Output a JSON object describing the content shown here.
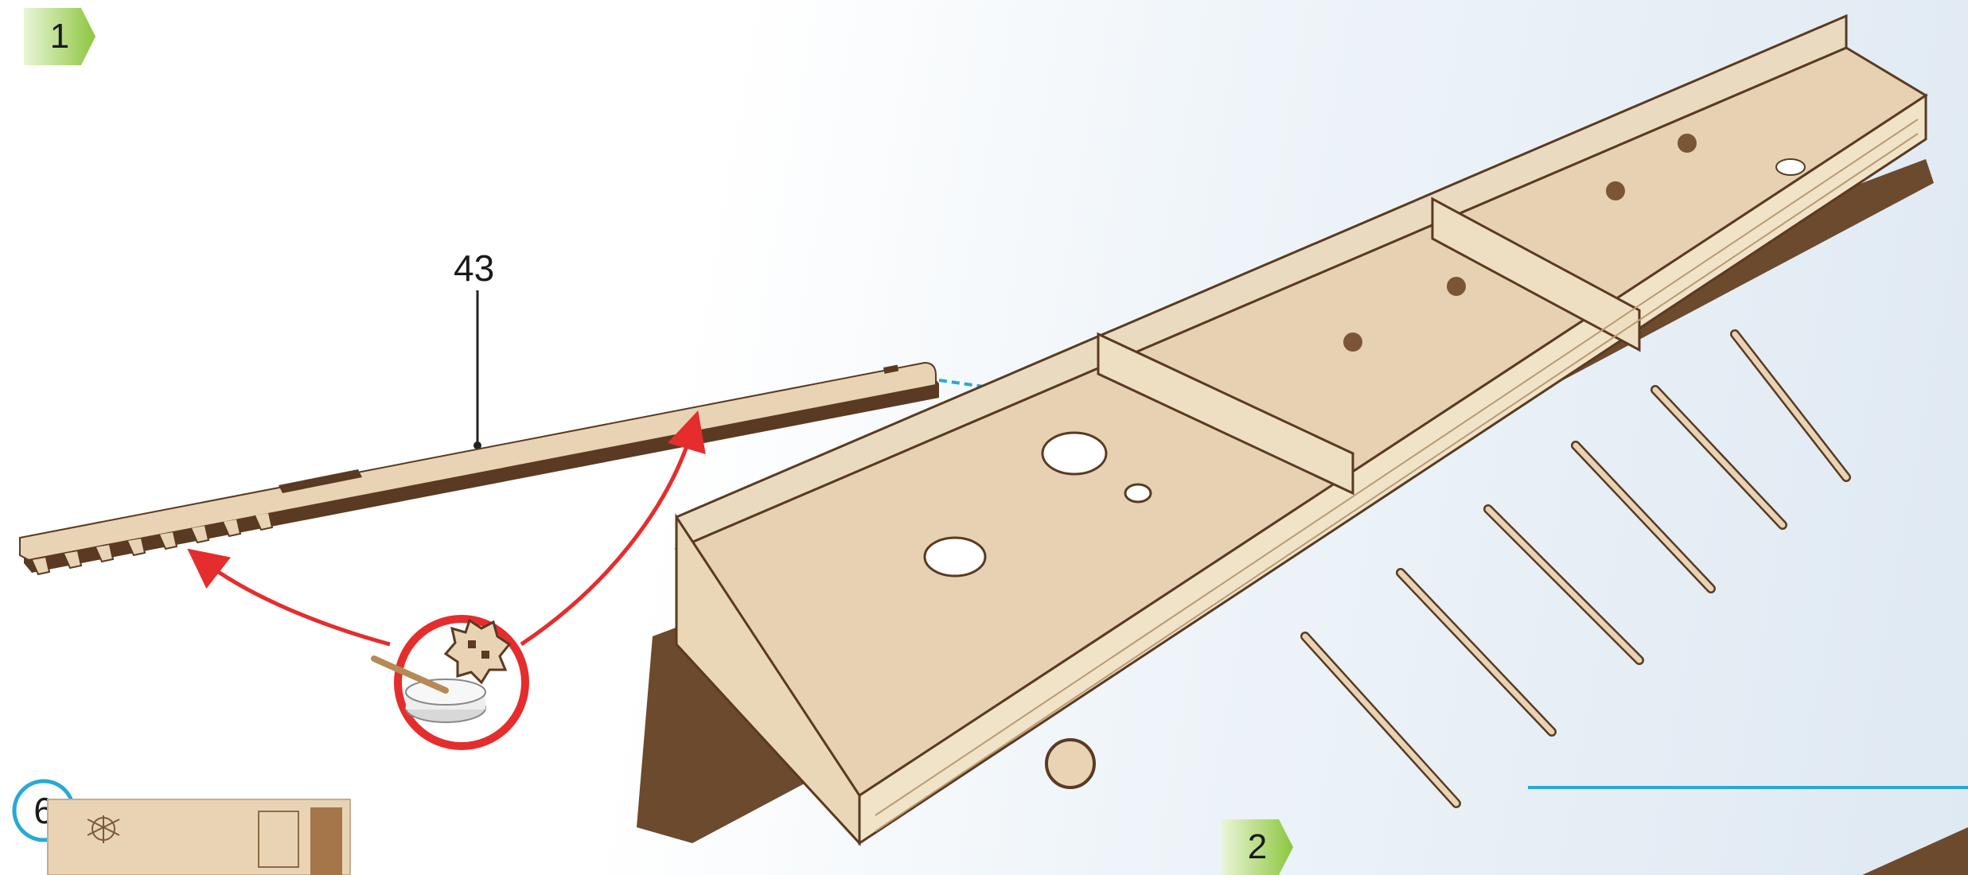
{
  "steps": {
    "step1": "1",
    "step2": "2",
    "inset_step": "6"
  },
  "callouts": {
    "part_number": "43"
  },
  "colors": {
    "badge_green": "#8dc63f",
    "arrow_blue": "#29a9d6",
    "arrow_red": "#e52d2d",
    "wood": "#e8d4b5",
    "wood_edge": "#5a3a22",
    "inset_ring": "#29a9d6"
  },
  "icons": {
    "glue": "glue-pot-icon",
    "gear": "gear-part-icon"
  }
}
